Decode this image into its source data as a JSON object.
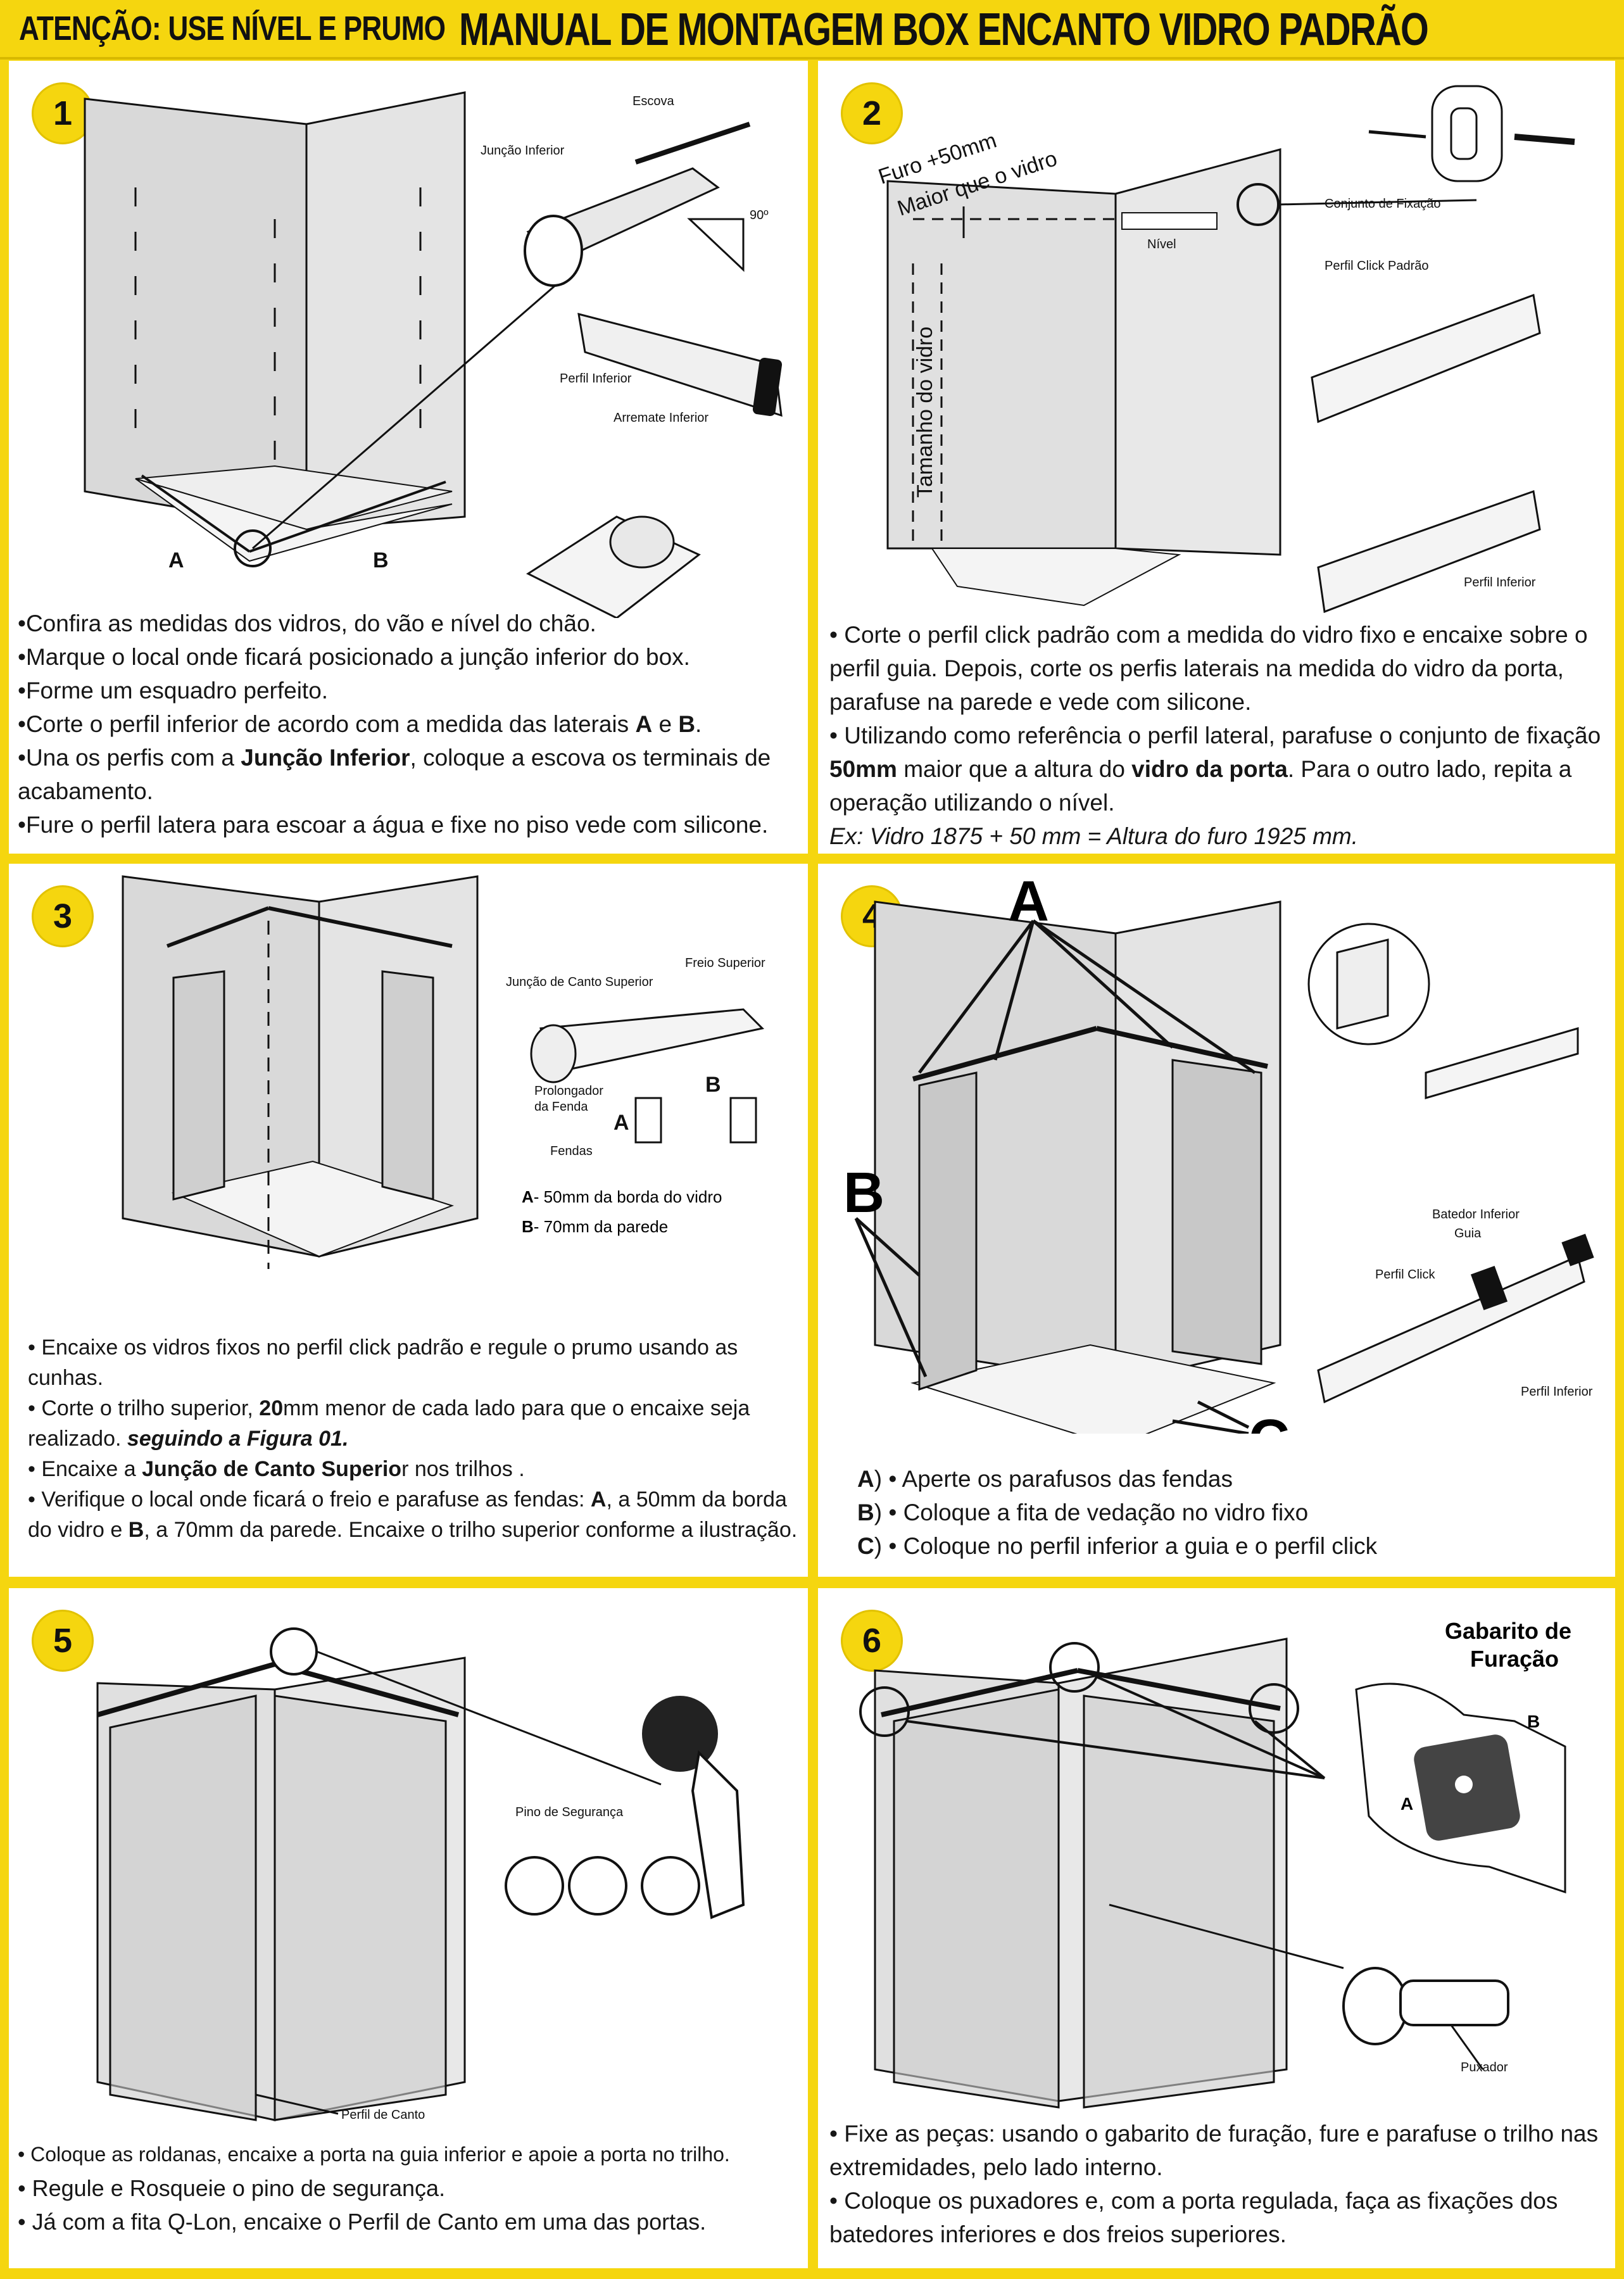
{
  "header": {
    "left": "ATENÇÃO: USE NÍVEL E PRUMO",
    "title": "MANUAL DE MONTAGEM BOX ENCANTO VIDRO PADRÃO"
  },
  "steps": [
    {
      "number": "1",
      "labels": {
        "escova": "Escova",
        "juncao_inferior": "Junção Inferior",
        "angle": "90º",
        "perfil_inferior": "Perfil Inferior",
        "arremate_inferior": "Arremate Inferior",
        "a": "A",
        "b": "B"
      },
      "text": [
        "•Confira as medidas dos vidros, do vão e nível do chão.",
        "•Marque o local onde ficará posicionado a junção inferior do box.",
        "•Forme um esquadro perfeito.",
        "•Corte o perfil inferior de acordo com a medida das laterais ",
        "A",
        " e ",
        "B",
        ".",
        "•Una os perfis com a ",
        "Junção Inferior",
        ", coloque a escova os terminais de acabamento.",
        "•Fure o perfil latera para escoar a água e fixe no piso vede com silicone."
      ]
    },
    {
      "number": "2",
      "labels": {
        "furo_1": "Furo +50mm",
        "furo_2": "Maior que o vidro",
        "nivel": "Nível",
        "tamanho": "Tamanho do vidro",
        "conjunto": "Conjunto de Fixação",
        "click_padrao": "Perfil Click Padrão",
        "perfil_inferior": "Perfil Inferior"
      },
      "text": [
        "• Corte o perfil click padrão com a medida do vidro fixo e encaixe sobre o perfil guia. Depois, corte os perfis laterais na medida do vidro da porta, parafuse na parede e vede com silicone.",
        "• Utilizando como referência o perfil lateral, parafuse o conjunto de fixação ",
        "50mm",
        " maior que a altura do ",
        "vidro da porta",
        ". Para o outro lado, repita a operação utilizando o nível.",
        "Ex: Vidro 1875 + 50 mm = Altura do furo 1925 mm."
      ]
    },
    {
      "number": "3",
      "labels": {
        "juncao_canto": "Junção de Canto Superior",
        "freio": "Freio Superior",
        "prolongador_1": "Prolongador",
        "prolongador_2": "da Fenda",
        "fendas": "Fendas",
        "a": "A",
        "b": "B",
        "a_desc_key": "A",
        "a_desc": "- 50mm da borda do vidro",
        "b_desc_key": "B",
        "b_desc": "- 70mm da parede"
      },
      "text": [
        "• Encaixe os vidros fixos no perfil click padrão e regule o prumo usando as cunhas.",
        "• Corte o trilho superior,",
        "20",
        "mm",
        "menor de cada lado para que o encaixe seja realizado.",
        "seguindo a Figura 01.",
        "• Encaixe a ",
        "Junção de Canto Superio",
        "r nos trilhos .",
        "• Verifique o local onde ficará o freio e parafuse as fendas: ",
        "A",
        ", a 50mm da borda do vidro e ",
        "B",
        ", a 70mm da parede. Encaixe o trilho superior conforme a ilustração."
      ]
    },
    {
      "number": "4",
      "labels": {
        "a": "A",
        "b": "B",
        "c": "C",
        "batedor": "Batedor Inferior",
        "guia": "Guia",
        "perfil_click": "Perfil Click",
        "perfil_inferior": "Perfil Inferior"
      },
      "text": [
        "A",
        ") • Aperte os parafusos das fendas",
        "B",
        ") • Coloque a fita de vedação no vidro fixo",
        "C",
        ") • Coloque no perfil inferior a guia e o perfil click"
      ]
    },
    {
      "number": "5",
      "labels": {
        "pino": "Pino de Segurança",
        "perfil_canto": "Perfil de Canto"
      },
      "text": [
        "• Coloque as roldanas, encaixe a porta na guia inferior e apoie a porta no trilho.",
        "• Regule e Rosqueie o pino de segurança.",
        "• Já com a fita Q-Lon, encaixe o Perfil de Canto em uma das portas."
      ]
    },
    {
      "number": "6",
      "labels": {
        "gabarito_1": "Gabarito de",
        "gabarito_2": "Furação",
        "a": "A",
        "b": "B",
        "puxador": "Puxador"
      },
      "text": [
        "• Fixe as peças: usando o gabarito de furação, fure e parafuse o trilho nas extremidades, pelo lado interno.",
        "• Coloque os puxadores e, com a porta regulada, faça as fixações dos batedores inferiores e dos freios superiores."
      ]
    }
  ],
  "colors": {
    "brand_yellow": "#f5d60f",
    "wall_gray": "#d9d9d9",
    "panel_white": "#ffffff"
  }
}
